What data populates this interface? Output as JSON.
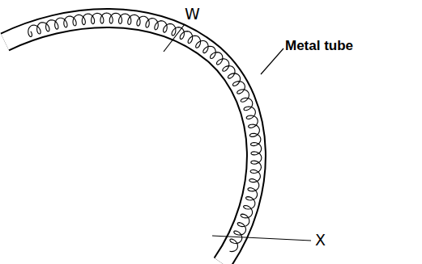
{
  "diagram": {
    "labels": [
      "W",
      "Metal tube",
      "X"
    ]
  }
}
